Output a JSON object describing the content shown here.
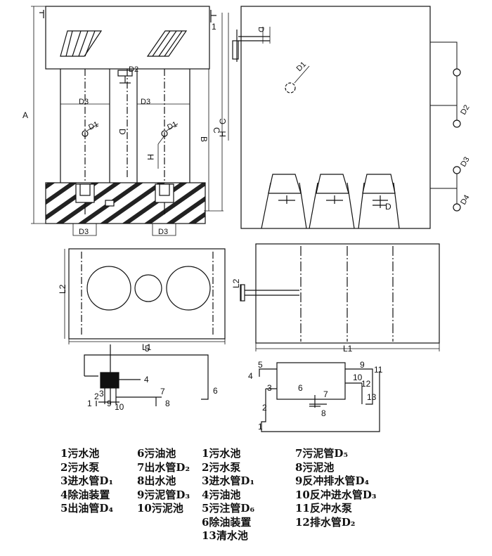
{
  "front_view": {
    "label_A": "A",
    "label_B": "B",
    "label_C": "C",
    "label_D": "D",
    "label_H": "H",
    "label_D1a": "D1",
    "label_D1b": "D1",
    "label_D2": "D2",
    "label_D3a": "D3",
    "label_D3b": "D3",
    "label_D3c": "D3",
    "label_D3d": "D3",
    "label_1": "1"
  },
  "side_view": {
    "label_C": "C",
    "label_H": "H",
    "label_D": "D",
    "label_D1": "D1",
    "label_D2": "D2",
    "label_D3": "D3",
    "label_D4": "D4",
    "label_Dbottom": "D"
  },
  "plan_left": {
    "label_L1": "L1",
    "label_L2": "L2"
  },
  "plan_right": {
    "label_L1": "L1",
    "label_L2": "L2"
  },
  "schematic_left": {
    "n1": "1",
    "n2": "2",
    "n3": "3",
    "n4": "4",
    "n5": "5",
    "n6": "6",
    "n7": "7",
    "n8": "8",
    "n9": "9",
    "n10": "10"
  },
  "schematic_right": {
    "n1": "1",
    "n2": "2",
    "n3": "3",
    "n4": "4",
    "n5": "5",
    "n6": "6",
    "n7": "7",
    "n8": "8",
    "n9": "9",
    "n10": "10",
    "n11": "11",
    "n12": "12",
    "n13": "13"
  },
  "legend": {
    "col1": [
      "1污水池",
      "2污水泵",
      "3进水管D₁",
      "4除油装置",
      "5出油管D₄"
    ],
    "col2": [
      "6污油池",
      "7出水管D₂",
      "8出水池",
      "9污泥管D₃",
      "10污泥池"
    ],
    "col3": [
      "1污水池",
      "2污水泵",
      "3进水管D₁",
      "4污油池",
      "5污注管D₆",
      "6除油装置",
      "13清水池"
    ],
    "col4": [
      "7污泥管D₅",
      "8污泥池",
      "9反冲排水管D₄",
      "10反冲进水管D₃",
      "11反冲水泵",
      "12排水管D₂"
    ]
  }
}
